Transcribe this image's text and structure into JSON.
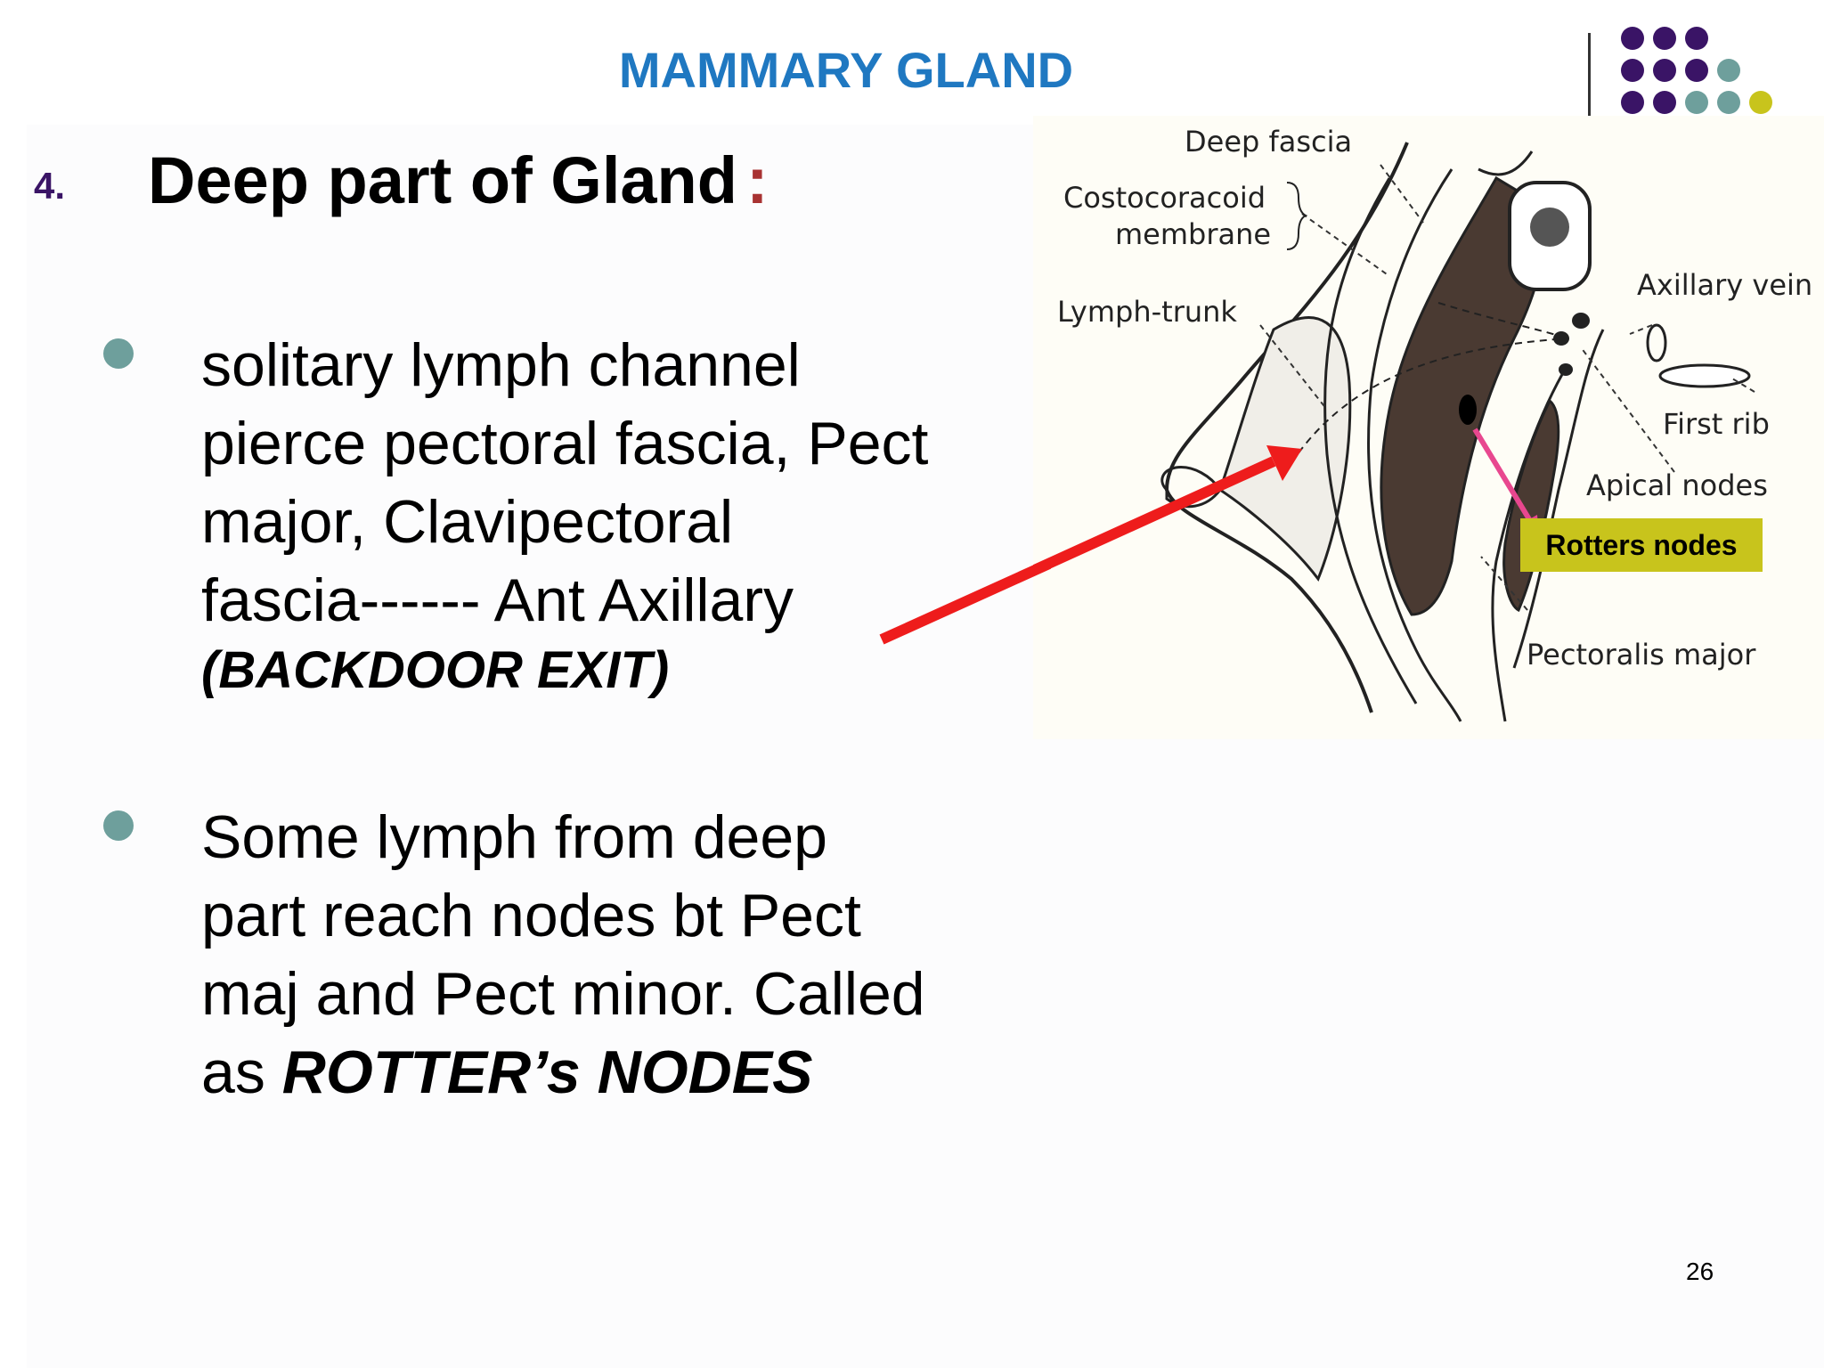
{
  "slide": {
    "title": "MAMMARY GLAND",
    "section_number": "4.",
    "heading": "Deep part of Gland",
    "heading_colon": ":",
    "page_number": "26"
  },
  "bullets": [
    {
      "lines": [
        "solitary lymph channel",
        "pierce pectoral fascia, Pect",
        "major, Clavipectoral",
        "fascia------ Ant Axillary"
      ],
      "emphasis": "(BACKDOOR EXIT)"
    },
    {
      "lines": [
        "Some lymph from deep",
        "part reach nodes bt Pect",
        "maj and Pect minor. Called"
      ],
      "last_line_prefix": "as",
      "emphasis": "ROTTER’s NODES"
    }
  ],
  "diagram": {
    "labels": {
      "deep_fascia": "Deep fascia",
      "costocoracoid_1": "Costocoracoid",
      "costocoracoid_2": "membrane",
      "lymph_trunk": "Lymph-trunk",
      "axillary_vein": "Axillary vein",
      "first_rib": "First rib",
      "apical_nodes": "Apical nodes",
      "pectoralis_major": "Pectoralis major"
    },
    "callout": "Rotters nodes"
  },
  "colors": {
    "title": "#1f78c1",
    "number": "#3a1466",
    "colon": "#a83232",
    "bullet": "#6e9f9c",
    "arrow": "#ee1c1c",
    "pink_arrow": "#e8478f",
    "callout_bg": "#c8c41c",
    "dot_purple": "#3a1466",
    "dot_teal": "#6e9f9c",
    "dot_yellow": "#c8c41c"
  }
}
